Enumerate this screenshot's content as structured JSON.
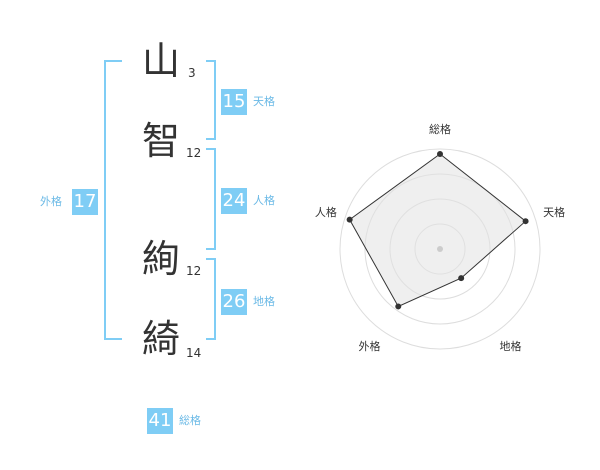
{
  "name": {
    "chars": [
      {
        "char": "山",
        "strokes": "3"
      },
      {
        "char": "智",
        "strokes": "12"
      },
      {
        "char": "絢",
        "strokes": "12"
      },
      {
        "char": "綺",
        "strokes": "14"
      }
    ]
  },
  "kakusu": {
    "tenkaku": {
      "value": "15",
      "label": "天格"
    },
    "jinkaku": {
      "value": "24",
      "label": "人格"
    },
    "chikaku": {
      "value": "26",
      "label": "地格"
    },
    "gaikaku": {
      "value": "17",
      "label": "外格"
    },
    "soukaku": {
      "value": "41",
      "label": "総格"
    }
  },
  "colors": {
    "badge": "#7fcdf5",
    "label": "#6ab9e6",
    "text": "#333333"
  },
  "chart_data": {
    "type": "radar",
    "axes": [
      "総格",
      "天格",
      "地格",
      "外格",
      "人格"
    ],
    "values": [
      0.95,
      0.9,
      0.36,
      0.71,
      0.95
    ],
    "rings": 4,
    "max": 1
  }
}
